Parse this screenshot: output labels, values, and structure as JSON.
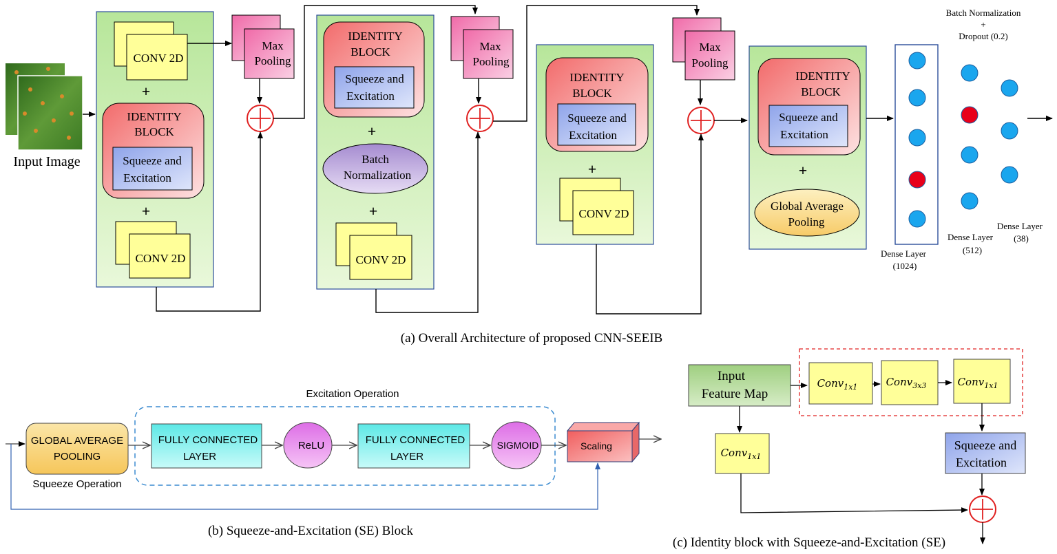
{
  "input_image": {
    "label": "Input Image"
  },
  "stage1": {
    "conv_top": "CONV 2D",
    "plus1": "+",
    "identity_line1": "IDENTITY",
    "identity_line2": "BLOCK",
    "se_line1": "Squeeze and",
    "se_line2": "Excitation",
    "plus2": "+",
    "conv_bottom": "CONV 2D"
  },
  "stage2": {
    "identity_line1": "IDENTITY",
    "identity_line2": "BLOCK",
    "se_line1": "Squeeze and",
    "se_line2": "Excitation",
    "plus1": "+",
    "bn_line1": "Batch",
    "bn_line2": "Normalization",
    "plus2": "+",
    "conv": "CONV 2D"
  },
  "stage3": {
    "identity_line1": "IDENTITY",
    "identity_line2": "BLOCK",
    "se_line1": "Squeeze and",
    "se_line2": "Excitation",
    "plus": "+",
    "conv": "CONV 2D"
  },
  "stage4": {
    "identity_line1": "IDENTITY",
    "identity_line2": "BLOCK",
    "se_line1": "Squeeze and",
    "se_line2": "Excitation",
    "plus": "+",
    "gap_line1": "Global Average",
    "gap_line2": "Pooling"
  },
  "max_pooling": {
    "line1": "Max",
    "line2": "Pooling"
  },
  "dense": {
    "bn_dropout_line1": "Batch Normalization",
    "bn_dropout_line2": "+",
    "bn_dropout_line3": "Dropout (0.2)",
    "layer1_line1": "Dense Layer",
    "layer1_line2": "(1024)",
    "layer2_line1": "Dense Layer",
    "layer2_line2": "(512)",
    "layer3_line1": "Dense Layer",
    "layer3_line2": "(38)"
  },
  "captions": {
    "a": "(a) Overall Architecture of proposed CNN-SEEIB",
    "b": "(b) Squeeze-and-Excitation (SE) Block",
    "c": "(c) Identity block with Squeeze-and-Excitation (SE)"
  },
  "se_block": {
    "excitation_title": "Excitation Operation",
    "gap_line1": "GLOBAL AVERAGE",
    "gap_line2": "POOLING",
    "squeeze_label": "Squeeze Operation",
    "fc1_line1": "FULLY  CONNECTED",
    "fc1_line2": "LAYER",
    "relu": "ReLU",
    "fc2_line1": "FULLY  CONNECTED",
    "fc2_line2": "LAYER",
    "sigmoid": "SIGMOID",
    "scaling": "Scaling"
  },
  "identity_detail": {
    "input_line1": "Input",
    "input_line2": "Feature Map",
    "conv_base": "Conv",
    "conv_a_sub": "1x1",
    "conv_b_sub": "3x3",
    "conv_c_sub": "1x1",
    "conv_skip_sub": "1x1",
    "se_line1": "Squeeze and",
    "se_line2": "Excitation"
  },
  "colors": {
    "green_panel": "#d4efb6",
    "yellow": "#ffff99",
    "pink": "#f4a0c8",
    "identity_red": "#f5a0a0",
    "se_blue": "#aab8ee",
    "purple": "#c2b2dc",
    "gold": "#fbd88a",
    "cyan": "#86f2ee",
    "magenta": "#ec8ce8",
    "dense_blue": "#1aa6ee",
    "dense_red": "#e8001a",
    "adder_red": "#e02020",
    "dashed_blue": "#3c8cd0",
    "dashed_red": "#e02020"
  }
}
